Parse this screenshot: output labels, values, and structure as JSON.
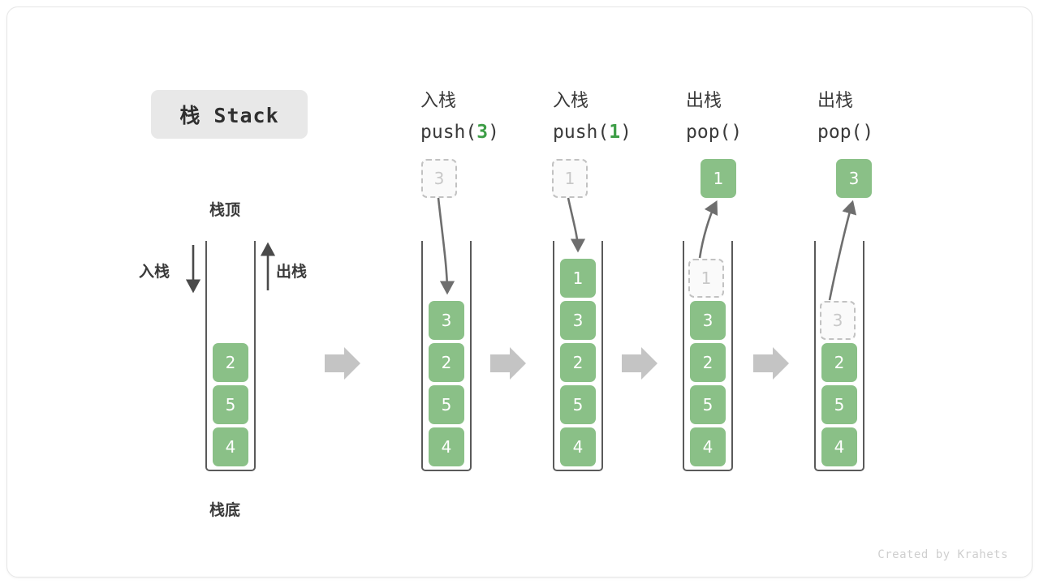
{
  "figure": {
    "title_badge": "栈 Stack",
    "footer": "Created by Krahets",
    "labels": {
      "top": "栈顶",
      "bottom": "栈底",
      "push": "入栈",
      "pop": "出栈"
    },
    "colors": {
      "cell_fill": "#8ac087",
      "cell_text": "#ffffff",
      "ghost_fill": "#fafafa",
      "ghost_text": "#c8c8c8",
      "ghost_border": "#c2c2c2",
      "code_green": "#3e9e47",
      "frame_stroke": "#5a5a5a",
      "arrow_gray": "#6e6e6e",
      "block_arrow": "#c4c4c4",
      "badge_bg": "#e8e8e8",
      "text_dark": "#3a3a3a",
      "footer_text": "#cfcfcf"
    },
    "steps": [
      {
        "id": "initial",
        "head_cn": "",
        "head_code": "",
        "stack": [
          "2",
          "5",
          "4"
        ],
        "floating": null,
        "ghost_in_stack": null
      },
      {
        "id": "push-3",
        "head_cn": "入栈",
        "head_code": "push(",
        "head_code_arg": "3",
        "head_code_tail": ")",
        "stack": [
          "3",
          "2",
          "5",
          "4"
        ],
        "floating": {
          "value": "3",
          "style": "ghost"
        },
        "ghost_in_stack": null
      },
      {
        "id": "push-1",
        "head_cn": "入栈",
        "head_code": "push(",
        "head_code_arg": "1",
        "head_code_tail": ")",
        "stack": [
          "1",
          "3",
          "2",
          "5",
          "4"
        ],
        "floating": {
          "value": "1",
          "style": "ghost"
        },
        "ghost_in_stack": null
      },
      {
        "id": "pop-1",
        "head_cn": "出栈",
        "head_code": "pop(",
        "head_code_arg": "",
        "head_code_tail": ")",
        "stack": [
          "3",
          "2",
          "5",
          "4"
        ],
        "floating": {
          "value": "1",
          "style": "solid"
        },
        "ghost_in_stack": {
          "value": "1"
        }
      },
      {
        "id": "pop-3",
        "head_cn": "出栈",
        "head_code": "pop(",
        "head_code_arg": "",
        "head_code_tail": ")",
        "stack": [
          "2",
          "5",
          "4"
        ],
        "floating": {
          "value": "3",
          "style": "solid"
        },
        "ghost_in_stack": {
          "value": "3"
        }
      }
    ]
  },
  "chart_data": {
    "type": "diagram",
    "title": "栈 Stack",
    "description": "Stack push/pop operation sequence",
    "columns": [
      {
        "label": "",
        "cells_top_to_bottom": [
          "2",
          "5",
          "4"
        ]
      },
      {
        "label": "入栈 push(3)",
        "cells_top_to_bottom": [
          "3",
          "2",
          "5",
          "4"
        ]
      },
      {
        "label": "入栈 push(1)",
        "cells_top_to_bottom": [
          "1",
          "3",
          "2",
          "5",
          "4"
        ]
      },
      {
        "label": "出栈 pop()",
        "cells_top_to_bottom": [
          "3",
          "2",
          "5",
          "4"
        ]
      },
      {
        "label": "出栈 pop()",
        "cells_top_to_bottom": [
          "2",
          "5",
          "4"
        ]
      }
    ]
  }
}
